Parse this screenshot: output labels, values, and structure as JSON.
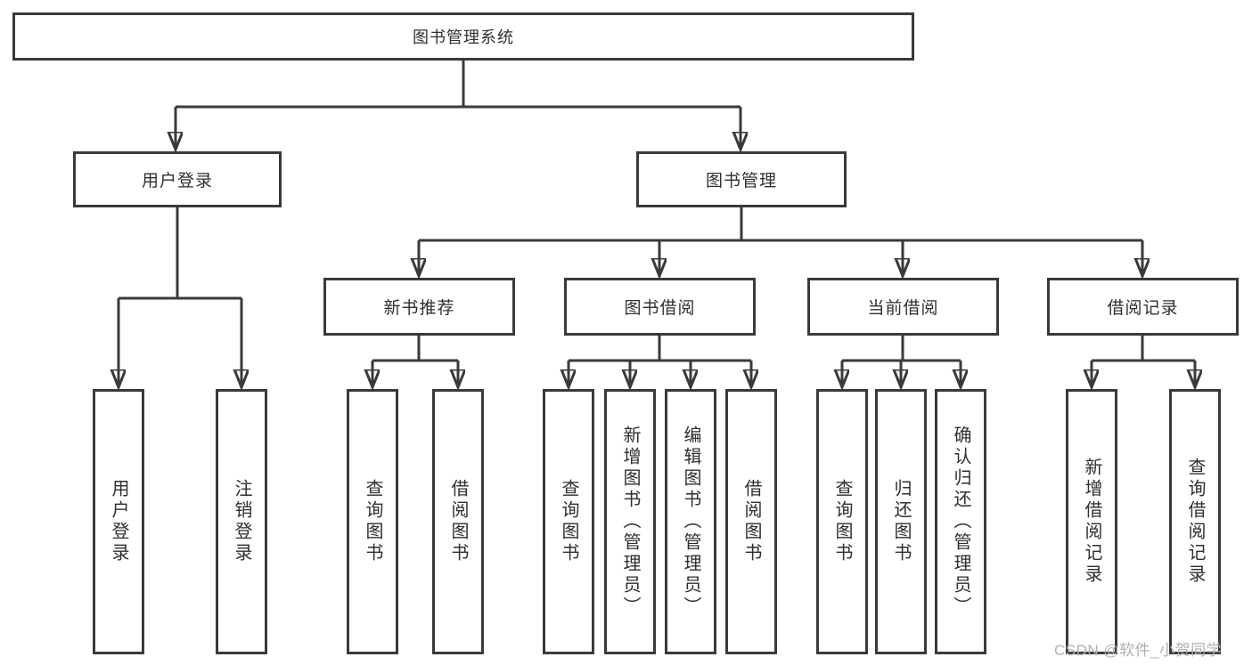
{
  "diagram": {
    "type": "hierarchy-tree",
    "root": {
      "label": "图书管理系统",
      "children": [
        {
          "label": "用户登录",
          "children": [
            {
              "label": "用户登录"
            },
            {
              "label": "注销登录"
            }
          ]
        },
        {
          "label": "图书管理",
          "children": [
            {
              "label": "新书推荐",
              "children": [
                {
                  "label": "查询图书"
                },
                {
                  "label": "借阅图书"
                }
              ]
            },
            {
              "label": "图书借阅",
              "children": [
                {
                  "label": "查询图书"
                },
                {
                  "label": "新增图书（管理员）"
                },
                {
                  "label": "编辑图书（管理员）"
                },
                {
                  "label": "借阅图书"
                }
              ]
            },
            {
              "label": "当前借阅",
              "children": [
                {
                  "label": "查询图书"
                },
                {
                  "label": "归还图书"
                },
                {
                  "label": "确认归还（管理员）"
                }
              ]
            },
            {
              "label": "借阅记录",
              "children": [
                {
                  "label": "新增借阅记录"
                },
                {
                  "label": "查询借阅记录"
                }
              ]
            }
          ]
        }
      ]
    },
    "colors": {
      "line": "#3a3a3a",
      "text": "#2f2f2f",
      "background": "#ffffff",
      "watermark": "#b0b0b0"
    }
  },
  "watermark": {
    "text": "CSDN @软件_小贺同学"
  }
}
